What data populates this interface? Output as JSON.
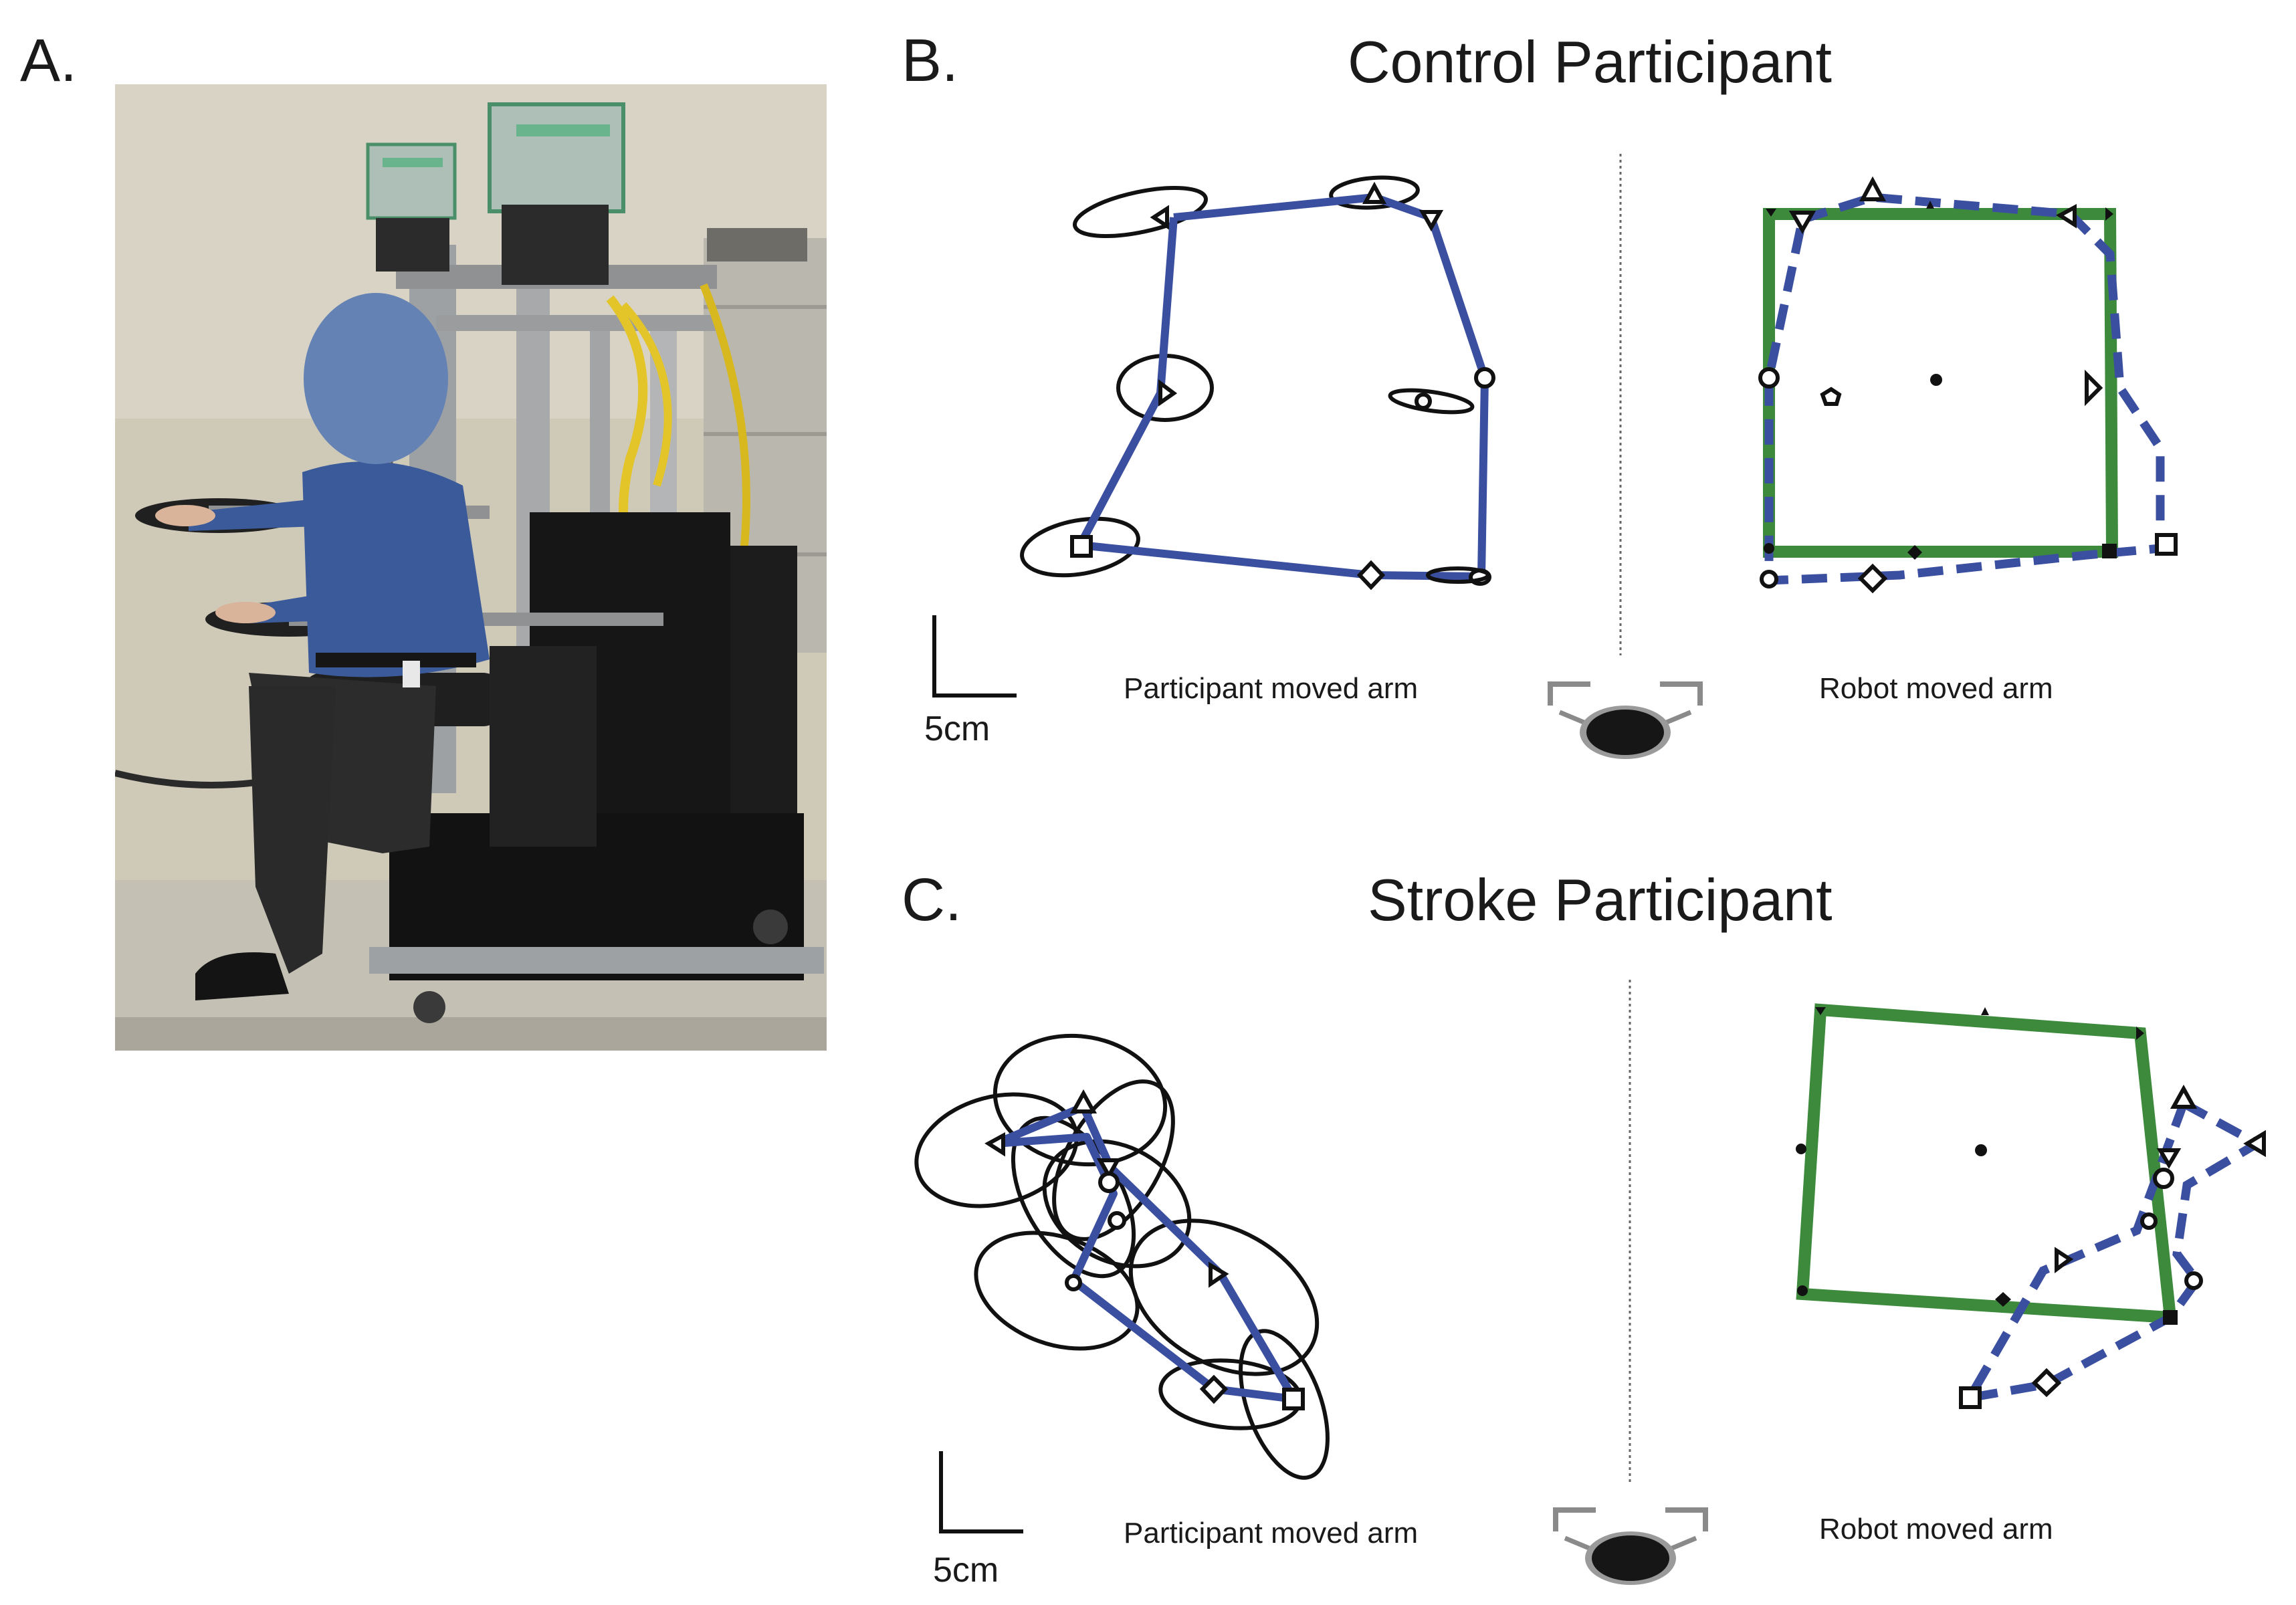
{
  "panels": {
    "a": {
      "letter": "A."
    },
    "b": {
      "letter": "B.",
      "title": "Control Participant",
      "left_caption": "Participant moved arm",
      "right_caption": "Robot moved arm",
      "scale_label": "5cm"
    },
    "c": {
      "letter": "C.",
      "title": "Stroke Participant",
      "left_caption": "Participant moved arm",
      "right_caption": "Robot moved arm",
      "scale_label": "5cm"
    }
  },
  "colors": {
    "participant_path": "#3b4fa0",
    "robot_target": "#3d8a3d",
    "matched_path_dashed": "#3b4fa0",
    "face_mask": "#6482b4",
    "eye_bracket": "#8a8a8a"
  },
  "icons": {
    "eye": "eye-icon",
    "scale_bar": "scale-bar-icon",
    "photo": "robot-exoskeleton-photo"
  }
}
